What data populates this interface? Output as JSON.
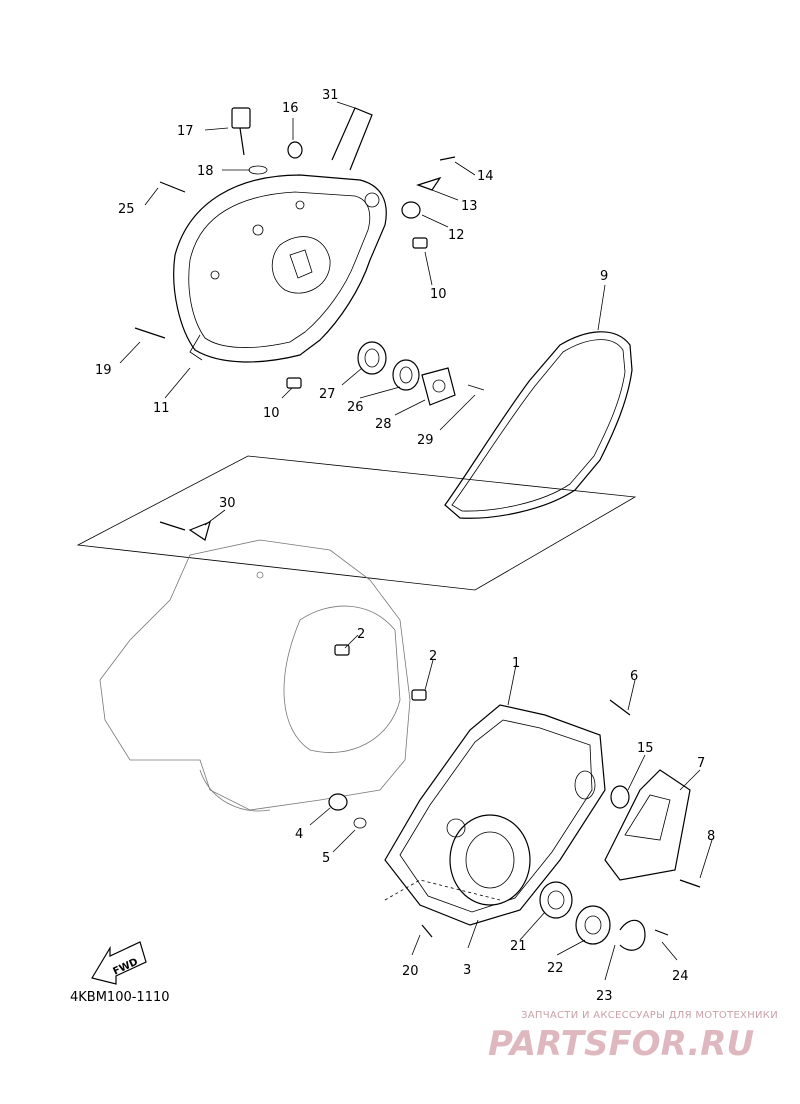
{
  "diagram_code": "4KBM100-1110",
  "fwd_label": "FWD",
  "watermark": {
    "tagline": "ЗАПЧАСТИ И АКСЕССУАРЫ ДЛЯ МОТОТЕХНИКИ",
    "brand": "PARTSFOR.RU"
  },
  "callouts": {
    "c1": "1",
    "c2a": "2",
    "c2b": "2",
    "c3": "3",
    "c4": "4",
    "c5": "5",
    "c6": "6",
    "c7": "7",
    "c8": "8",
    "c9": "9",
    "c10a": "10",
    "c10b": "10",
    "c11": "11",
    "c12": "12",
    "c13": "13",
    "c14": "14",
    "c15": "15",
    "c16": "16",
    "c17": "17",
    "c18": "18",
    "c19": "19",
    "c20": "20",
    "c21": "21",
    "c22": "22",
    "c23": "23",
    "c24": "24",
    "c25": "25",
    "c26": "26",
    "c27": "27",
    "c28": "28",
    "c29": "29",
    "c30": "30",
    "c31": "31"
  },
  "colors": {
    "line": "#000000",
    "background": "#ffffff",
    "watermark": "#d4a0aa"
  }
}
